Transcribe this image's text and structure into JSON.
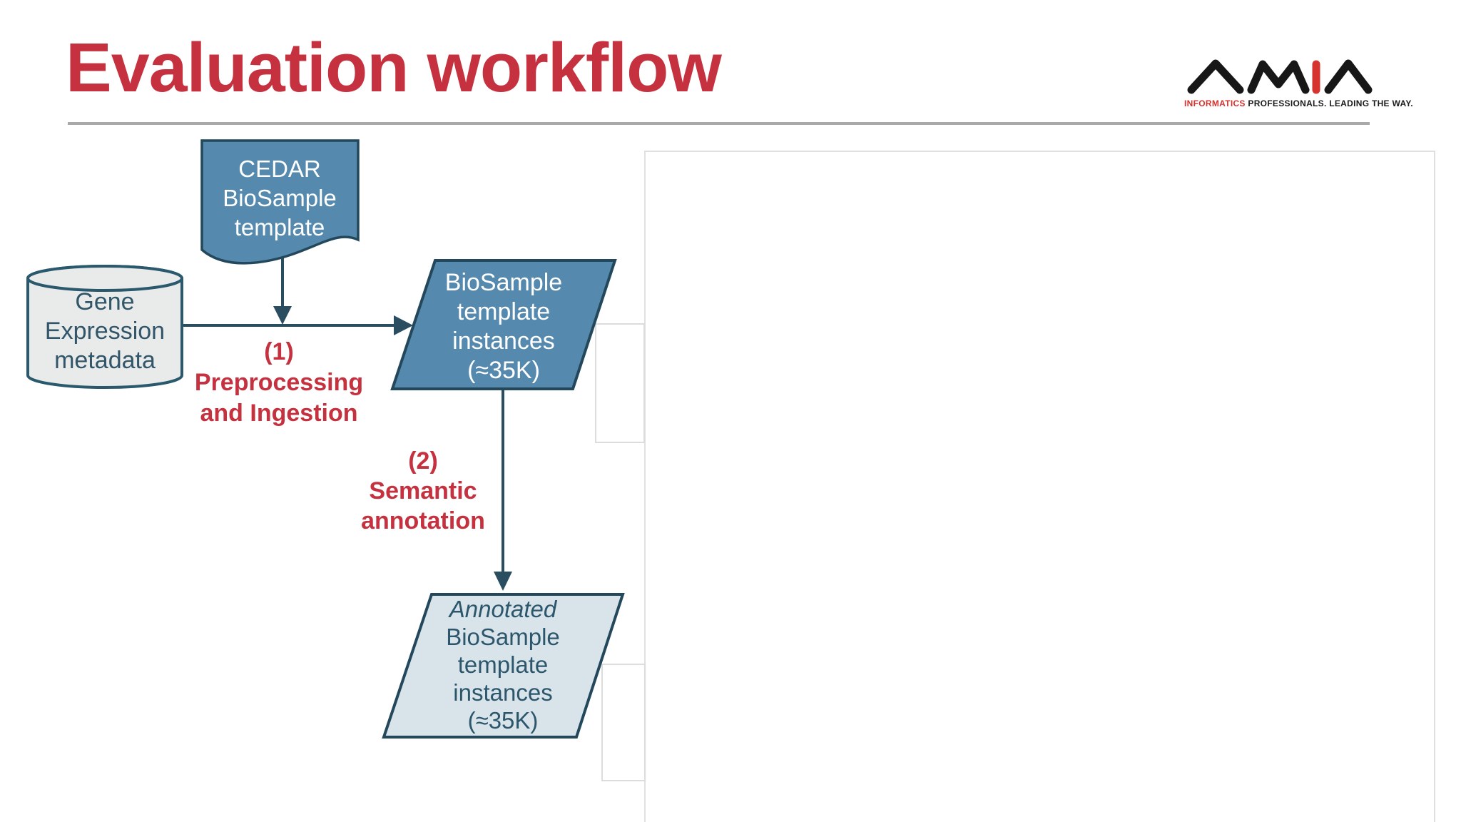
{
  "slide": {
    "title": "Evaluation workflow"
  },
  "logo": {
    "letters": "AMIA",
    "tagline_red": "INFORMATICS",
    "tagline_rest": " PROFESSIONALS. LEADING THE WAY."
  },
  "flowchart": {
    "cedar_doc": {
      "lines": [
        "CEDAR",
        "BioSample",
        "template"
      ]
    },
    "gene_db": {
      "lines": [
        "Gene",
        "Expression",
        "metadata"
      ]
    },
    "instances": {
      "lines": [
        "BioSample",
        "template",
        "instances",
        "(≈35K)"
      ]
    },
    "annotated": {
      "lines": [
        "Annotated",
        "BioSample",
        "template",
        "instances",
        "(≈35K)"
      ]
    },
    "step1": {
      "lines": [
        "(1)",
        "Preprocessing",
        "and Ingestion"
      ]
    },
    "step2": {
      "lines": [
        "(2)",
        "Semantic",
        "annotation"
      ]
    }
  },
  "colors": {
    "title_red": "#c5313f",
    "logo_red": "#d6322e",
    "logo_black": "#171717",
    "shape_blue_fill": "#5589ae",
    "shape_pale_fill": "#d9e4ea",
    "shape_border_dark": "#23485c",
    "cylinder_fill": "#e9eaea",
    "cylinder_border": "#2a586d",
    "node_text_dark": "#315669",
    "arrow_color": "#2b4d60",
    "rule_gray": "#a9a9a9",
    "panel_border": "#e0e0e0"
  }
}
